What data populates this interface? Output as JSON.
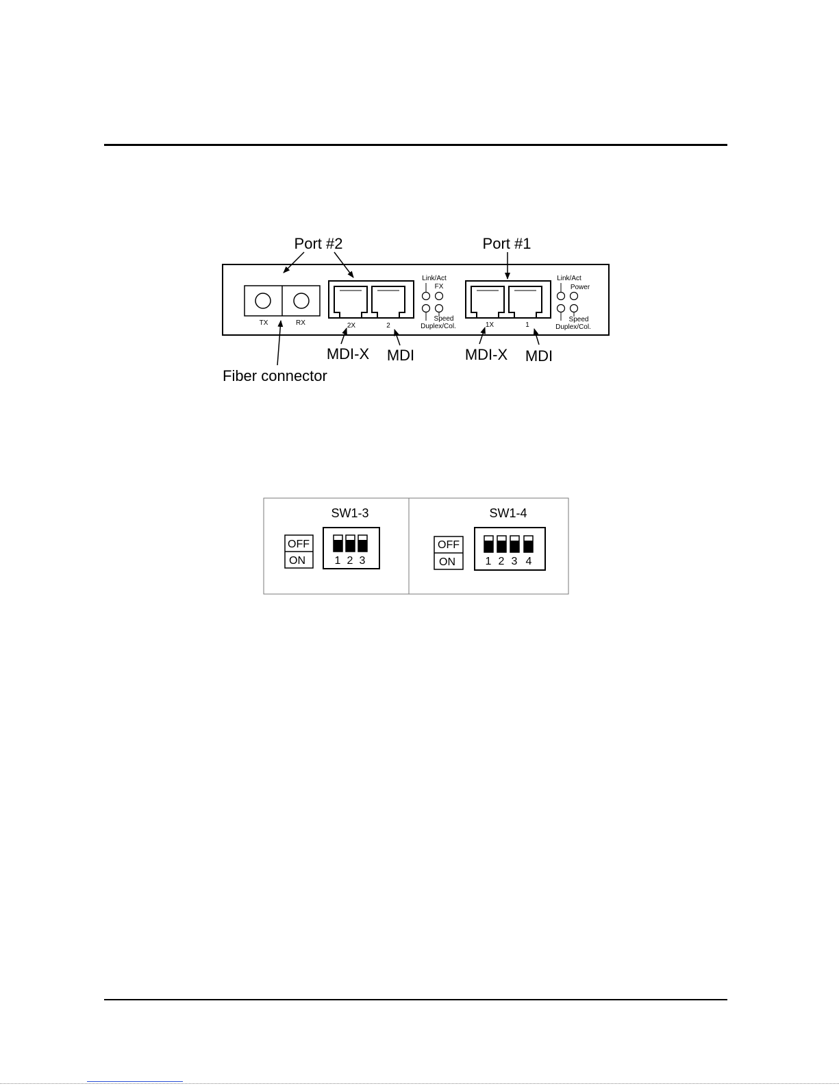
{
  "front_panel": {
    "port2_label": "Port #2",
    "port1_label": "Port #1",
    "tx": "TX",
    "rx": "RX",
    "port2_mdix_mark": "2X",
    "port2_mdi_mark": "2",
    "port1_mdix_mark": "1X",
    "port1_mdi_mark": "1",
    "led_group_2": {
      "link_act": "Link/Act",
      "top_right": "FX",
      "speed": "Speed",
      "duplex": "Duplex/Col."
    },
    "led_group_1": {
      "link_act": "Link/Act",
      "top_right": "Power",
      "speed": "Speed",
      "duplex": "Duplex/Col."
    },
    "mdix_callout": "MDI-X",
    "mdi_callout": "MDI",
    "fiber_callout": "Fiber connector"
  },
  "dip_switches": {
    "sw13": {
      "title": "SW1-3",
      "off": "OFF",
      "on": "ON",
      "numbers": [
        "1",
        "2",
        "3"
      ]
    },
    "sw14": {
      "title": "SW1-4",
      "off": "OFF",
      "on": "ON",
      "numbers": [
        "1",
        "2",
        "3",
        "4"
      ]
    }
  }
}
